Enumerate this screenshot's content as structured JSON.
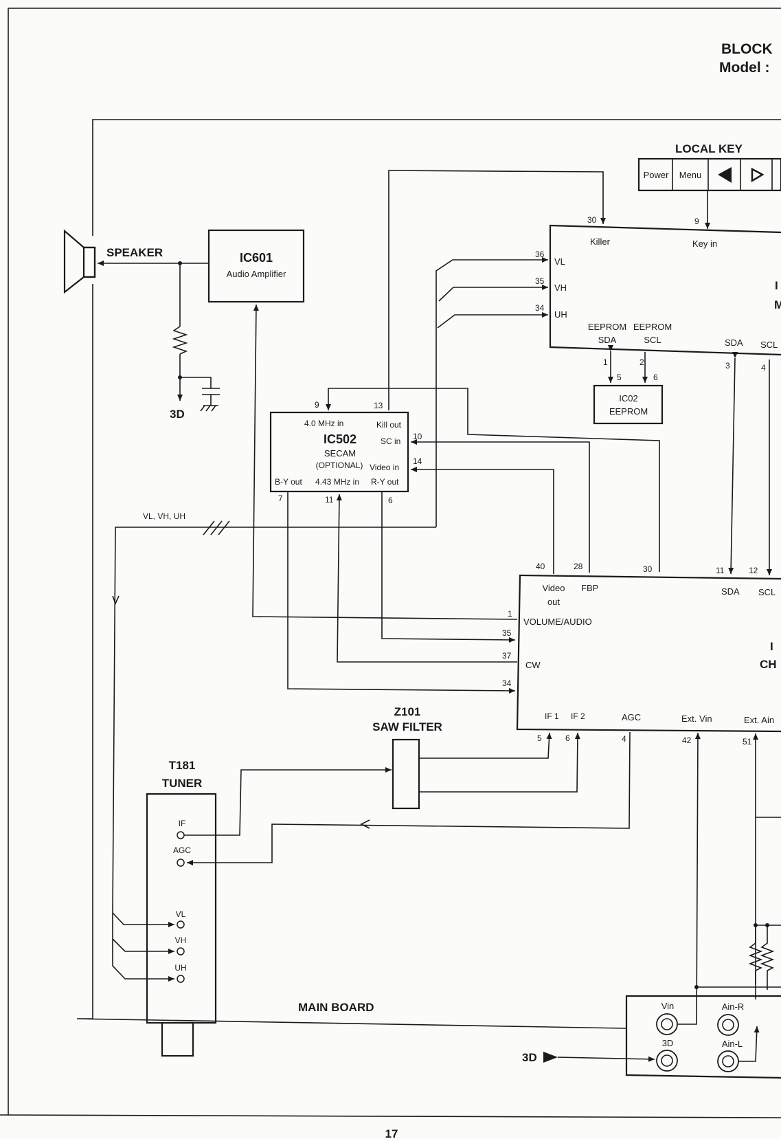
{
  "title": {
    "line1": "BLOCK",
    "line2": "Model :"
  },
  "board_label": "MAIN BOARD",
  "page_number": "17",
  "speaker": {
    "label": "SPEAKER",
    "ground": "3D"
  },
  "ic601": {
    "name": "IC601",
    "desc": "Audio Amplifier"
  },
  "local_key": {
    "title": "LOCAL KEY",
    "keys": [
      "Power",
      "Menu"
    ]
  },
  "micom": {
    "killer": "Killer",
    "key_in": "Key in",
    "vl": "VL",
    "vh": "VH",
    "uh": "UH",
    "eeprom_sda": "EEPROM\nSDA",
    "eeprom_scl": "EEPROM\nSCL",
    "sda": "SDA",
    "scl": "SCL",
    "partial1": "I",
    "partial2": "M",
    "pins": {
      "killer": "30",
      "key_in": "9",
      "vl": "36",
      "vh": "35",
      "uh": "34",
      "eeprom_sda": "1",
      "eeprom_scl": "2",
      "sda": "3",
      "scl": "4"
    }
  },
  "ic02": {
    "name": "IC02",
    "desc": "EEPROM",
    "pins": {
      "sda": "5",
      "scl": "6"
    }
  },
  "ic502": {
    "name": "IC502",
    "desc": "SECAM",
    "optional": "(OPTIONAL)",
    "in_4mhz": "4.0 MHz in",
    "kill_out": "Kill out",
    "sc_in": "SC in",
    "video_in": "Video in",
    "by_out": "B-Y out",
    "in_443": "4.43 MHz in",
    "ry_out": "R-Y out",
    "pins": {
      "in_4mhz": "9",
      "kill_out": "13",
      "sc_in": "10",
      "video_in": "14",
      "by_out": "7",
      "in_443": "11",
      "ry_out": "6"
    }
  },
  "bus_label": "VL, VH, UH",
  "chroma": {
    "video_out": "Video\nout",
    "fbp": "FBP",
    "sda": "SDA",
    "scl": "SCL",
    "volume": "VOLUME/AUDIO",
    "cw": "CW",
    "if1": "IF 1",
    "if2": "IF 2",
    "agc": "AGC",
    "ext_vin": "Ext. Vin",
    "ext_ain": "Ext. Ain",
    "partial1": "I",
    "partial2": "CH",
    "pins": {
      "video_out": "40",
      "fbp": "28",
      "p30": "30",
      "sda": "11",
      "scl": "12",
      "volume": "1",
      "p35": "35",
      "cw": "37",
      "p34": "34",
      "if1": "5",
      "if2": "6",
      "agc": "4",
      "ext_vin": "42",
      "ext_ain": "51"
    }
  },
  "z101": {
    "name": "Z101",
    "desc": "SAW FILTER"
  },
  "t181": {
    "name": "T181",
    "desc": "TUNER",
    "pins": [
      "IF",
      "AGC",
      "VL",
      "VH",
      "UH"
    ]
  },
  "av_panel": {
    "vin": "Vin",
    "ain_r": "Ain-R",
    "gnd": "3D",
    "ain_l": "Ain-L"
  },
  "ground_3d": "3D"
}
